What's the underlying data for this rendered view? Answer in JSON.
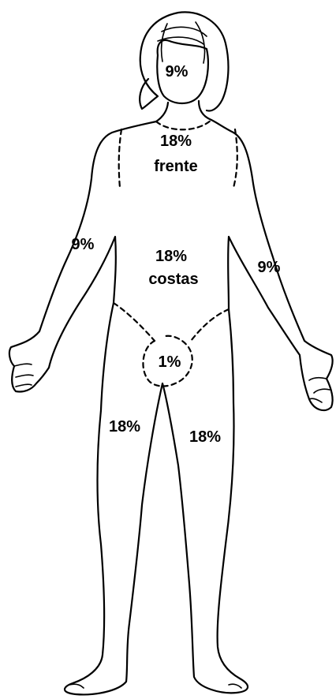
{
  "labels": {
    "head": "9%",
    "chest_pct": "18%",
    "chest_word": "frente",
    "back_pct": "18%",
    "back_word": "costas",
    "right_arm": "9%",
    "left_arm": "9%",
    "groin": "1%",
    "right_leg": "18%",
    "left_leg": "18%"
  }
}
